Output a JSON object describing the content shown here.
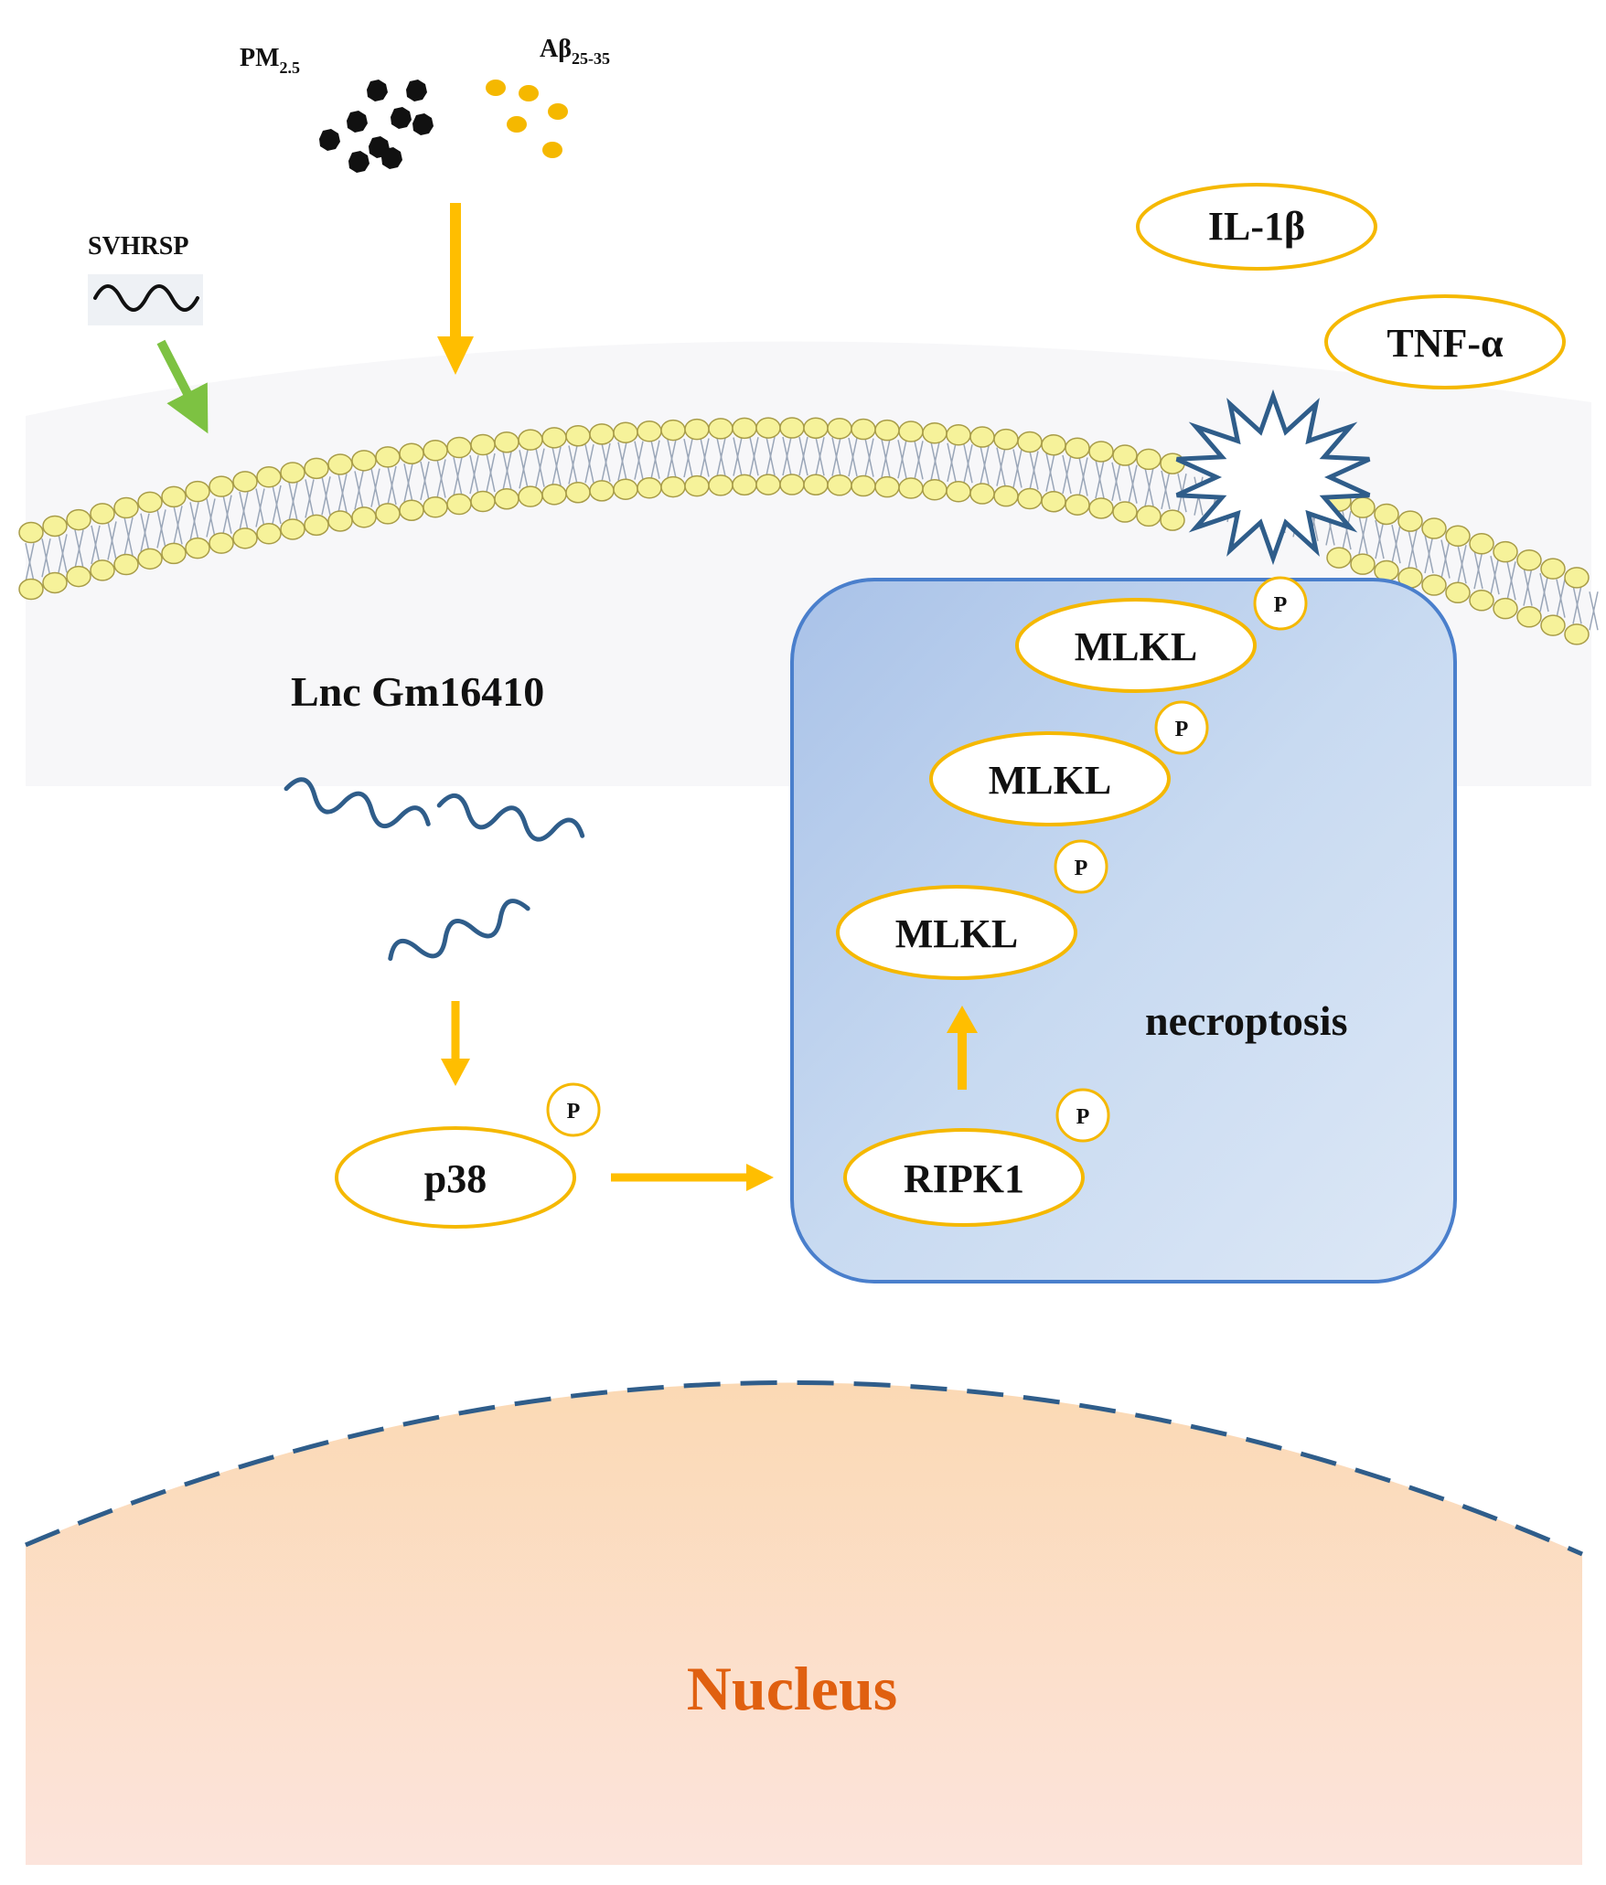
{
  "stimuli": {
    "pm25_main": "PM",
    "pm25_sub": "2.5",
    "abeta_main": "Aβ",
    "abeta_sub": "25-35",
    "svhrsp": "SVHRSP"
  },
  "cytokines": {
    "il1b": "IL-1β",
    "tnfa": "TNF-α"
  },
  "lnc_label": "Lnc Gm16410",
  "proteins": {
    "mlkl": "MLKL",
    "p38": "p38",
    "ripk1": "RIPK1",
    "phospho": "P"
  },
  "necroptosis": "necroptosis",
  "nucleus": "Nucleus",
  "colors": {
    "arrow": "#ffbe00",
    "green_arrow": "#7dc242",
    "pill_border": "#f5b800",
    "rna": "#2f5d8a",
    "necro_box_stroke": "#4a7fcc",
    "nucleus_text": "#e06010",
    "nucleus_dash": "#2f5d8a",
    "membrane_head": "#f6f29a"
  }
}
